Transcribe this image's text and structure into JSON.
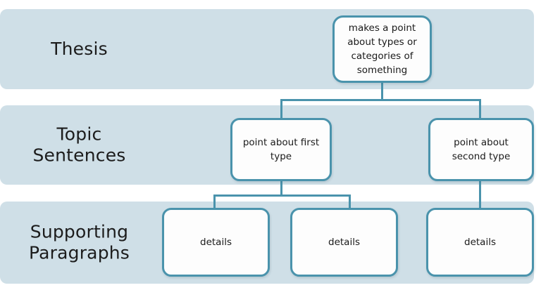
{
  "diagram": {
    "title": "Thesis / Topic Sentences / Supporting Paragraphs essay outline",
    "colors": {
      "band_background": "#cfdfe7",
      "node_border": "#4a93ac",
      "node_background": "#fdfdfd",
      "connector": "#4a93ac",
      "text": "#1a1a1a",
      "page_background": "#ffffff"
    },
    "bands": [
      {
        "id": "thesis",
        "label": "Thesis"
      },
      {
        "id": "topic",
        "label_line_1": "Topic",
        "label_line_2": "Sentences"
      },
      {
        "id": "supporting",
        "label_line_1": "Supporting",
        "label_line_2": "Paragraphs"
      }
    ],
    "nodes": {
      "thesis": {
        "line_1": "makes a point",
        "line_2": "about types or",
        "line_3": "categories of",
        "line_4": "something",
        "full_text": "makes a point about types or categories of something"
      },
      "topic_1": {
        "line_1": "point about first",
        "line_2": "type",
        "full_text": "point about first type"
      },
      "topic_2": {
        "line_1": "point about",
        "line_2": "second type",
        "full_text": "point about second type"
      },
      "detail_1": {
        "full_text": "details"
      },
      "detail_2": {
        "full_text": "details"
      },
      "detail_3": {
        "full_text": "details"
      }
    }
  }
}
